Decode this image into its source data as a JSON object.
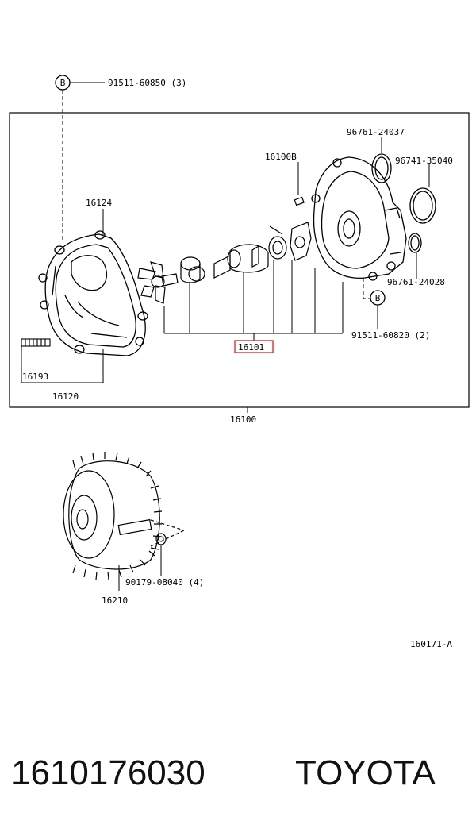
{
  "callout_b": {
    "letter": "B",
    "top_bolt": "91511-60850 (3)",
    "lower_bolt": "91511-60820 (2)"
  },
  "parts": {
    "housing_cover": "16124",
    "stud": "16193",
    "housing_assy": "16120",
    "pump_assy": "16100",
    "pump_sub": "16101",
    "key": "16100B",
    "gasket_1": "96761-24037",
    "oring_1": "96741-35040",
    "gasket_2": "96761-24028",
    "fan_coupling": "16210",
    "nut": "90179-08040 (4)"
  },
  "diagram_id": "160171-A",
  "footer": {
    "part_number": "1610176030",
    "brand": "TOYOTA"
  },
  "colors": {
    "line": "#000000",
    "highlight": "#e02020"
  }
}
